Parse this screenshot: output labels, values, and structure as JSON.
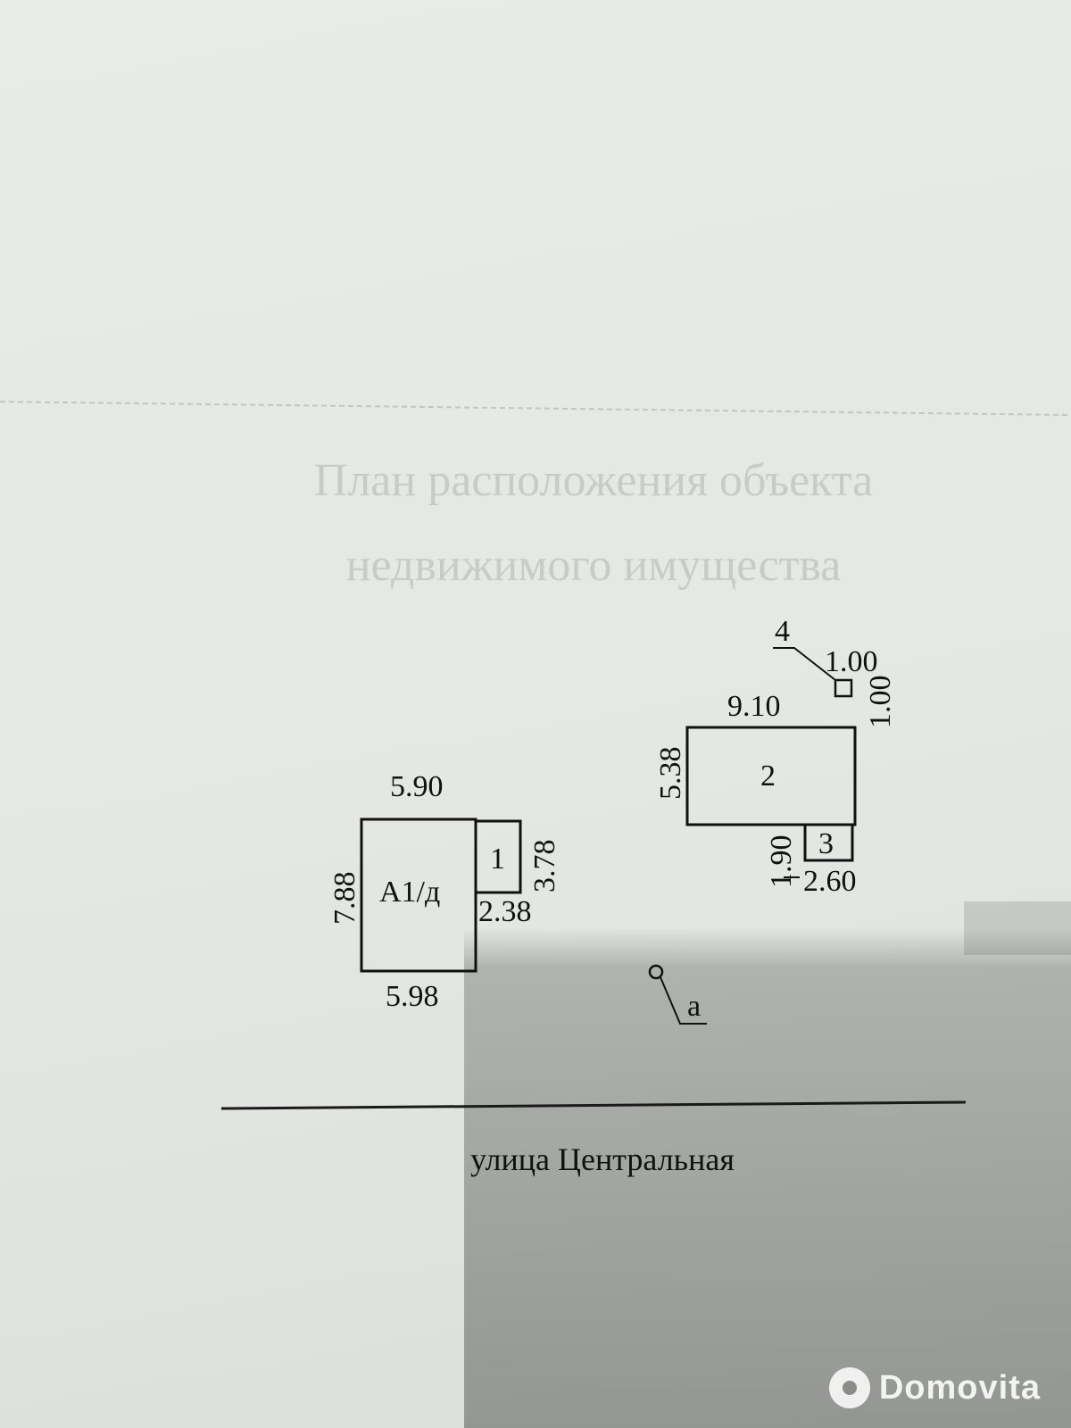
{
  "header_ghost": {
    "line1": "План расположения объекта",
    "line2": "недвижимого имущества"
  },
  "buildings": {
    "a1d": {
      "label": "А1/д",
      "top": "5.90",
      "bottom": "5.98",
      "left": "7.88"
    },
    "b1": {
      "label": "1",
      "right": "3.78",
      "bottom": "2.38"
    },
    "b2": {
      "label": "2",
      "top": "9.10",
      "left": "5.38"
    },
    "b3": {
      "label": "3",
      "left": "1.90",
      "bottom": "2.60"
    },
    "b4": {
      "label": "4",
      "width": "1.00",
      "height": "1.00"
    }
  },
  "marker": {
    "label": "а"
  },
  "street": {
    "name": "улица Центральная"
  },
  "watermark": {
    "text": "Domovita"
  }
}
